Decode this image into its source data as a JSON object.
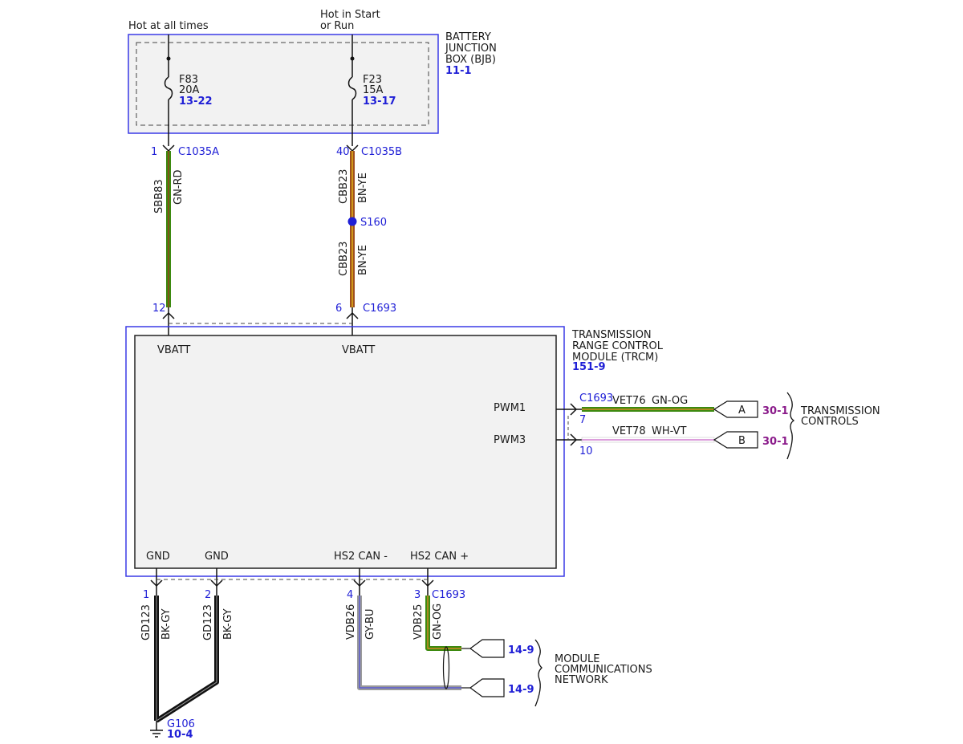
{
  "power_sources": {
    "hot_always": "Hot at all times",
    "hot_start_run_line1": "Hot in Start",
    "hot_start_run_line2": "or Run"
  },
  "bjb": {
    "name_line1": "BATTERY",
    "name_line2": "JUNCTION",
    "name_line3": "BOX (BJB)",
    "ref": "11-1",
    "fuse_f83": {
      "id": "F83",
      "rating": "20A",
      "ref": "13-22"
    },
    "fuse_f23": {
      "id": "F23",
      "rating": "15A",
      "ref": "13-17"
    }
  },
  "wires": {
    "sbb83": {
      "circuit": "SBB83",
      "color": "GN-RD",
      "pin_top": "1",
      "connector_top": "C1035A",
      "pin_bottom": "12"
    },
    "cbb23_upper": {
      "circuit": "CBB23",
      "color": "BN-YE",
      "pin_top": "40",
      "connector_top": "C1035B"
    },
    "splice": "S160",
    "cbb23_lower": {
      "circuit": "CBB23",
      "color": "BN-YE",
      "pin_bottom": "6",
      "connector_bottom": "C1693"
    },
    "vet76": {
      "circuit": "VET76",
      "color": "GN-OG",
      "connector": "C1693",
      "pin": "7"
    },
    "vet78": {
      "circuit": "VET78",
      "color": "WH-VT",
      "pin": "10"
    },
    "gd123_a": {
      "circuit": "GD123",
      "color": "BK-GY",
      "pin": "1"
    },
    "gd123_b": {
      "circuit": "GD123",
      "color": "BK-GY",
      "pin": "2"
    },
    "vdb26": {
      "circuit": "VDB26",
      "color": "GY-BU",
      "pin": "4"
    },
    "vdb25": {
      "circuit": "VDB25",
      "color": "GN-OG",
      "pin": "3",
      "connector": "C1693"
    }
  },
  "trcm": {
    "name_line1": "TRANSMISSION",
    "name_line2": "RANGE CONTROL",
    "name_line3": "MODULE (TRCM)",
    "ref": "151-9",
    "pin_vbatt_1": "VBATT",
    "pin_vbatt_2": "VBATT",
    "pin_pwm1": "PWM1",
    "pin_pwm3": "PWM3",
    "pin_gnd_1": "GND",
    "pin_gnd_2": "GND",
    "pin_can_minus": "HS2 CAN -",
    "pin_can_plus": "HS2 CAN +"
  },
  "transmission_controls": {
    "label_line1": "TRANSMISSION",
    "label_line2": "CONTROLS",
    "flag_a": "A",
    "flag_b": "B",
    "ref_a": "30-1",
    "ref_b": "30-1"
  },
  "ground": {
    "id": "G106",
    "ref": "10-4"
  },
  "network": {
    "label_line1": "MODULE",
    "label_line2": "COMMUNICATIONS",
    "label_line3": "NETWORK",
    "ref_1": "14-9",
    "ref_2": "14-9"
  },
  "colors": {
    "frame_blue": "#3a3ae6",
    "text_blue": "#1f1fd6",
    "ref_purple": "#8a1a8a",
    "module_fill": "#f2f2f2",
    "wire_green": "#3c8a10",
    "wire_red": "#c81e1e",
    "wire_brown": "#a0501e",
    "wire_yellow": "#f0c814",
    "wire_orange": "#f08c28",
    "wire_white": "#ffffff",
    "wire_violet": "#c864c8",
    "wire_black": "#111111",
    "wire_gray": "#9a9a9a",
    "wire_blue": "#5a5ad2"
  }
}
